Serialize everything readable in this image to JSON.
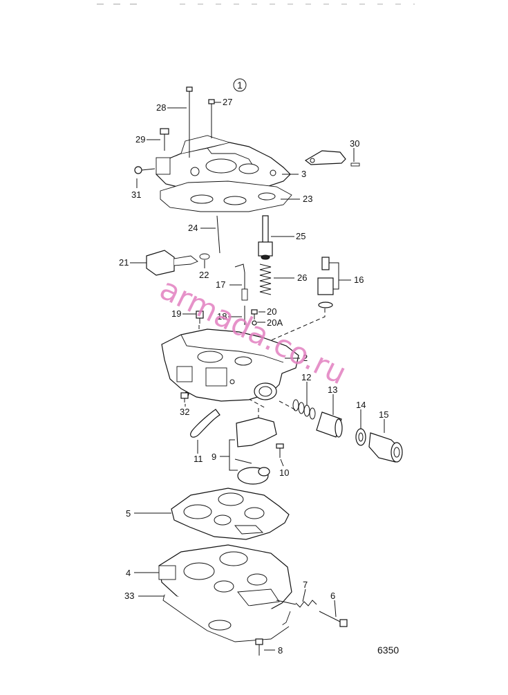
{
  "figure": {
    "group_number": "1",
    "drawing_number": "6350"
  },
  "watermark": "armada.co.ru",
  "labels": {
    "p2": "2",
    "p3": "3",
    "p4": "4",
    "p5": "5",
    "p6": "6",
    "p7": "7",
    "p8": "8",
    "p9": "9",
    "p10": "10",
    "p11": "11",
    "p12": "12",
    "p13": "13",
    "p14": "14",
    "p15": "15",
    "p16": "16",
    "p17": "17",
    "p18": "18",
    "p19": "19",
    "p20": "20",
    "p20a": "20A",
    "p21": "21",
    "p22": "22",
    "p23": "23",
    "p24": "24",
    "p25": "25",
    "p26": "26",
    "p27": "27",
    "p28": "28",
    "p29": "29",
    "p30": "30",
    "p31": "31",
    "p32": "32",
    "p33": "33"
  }
}
